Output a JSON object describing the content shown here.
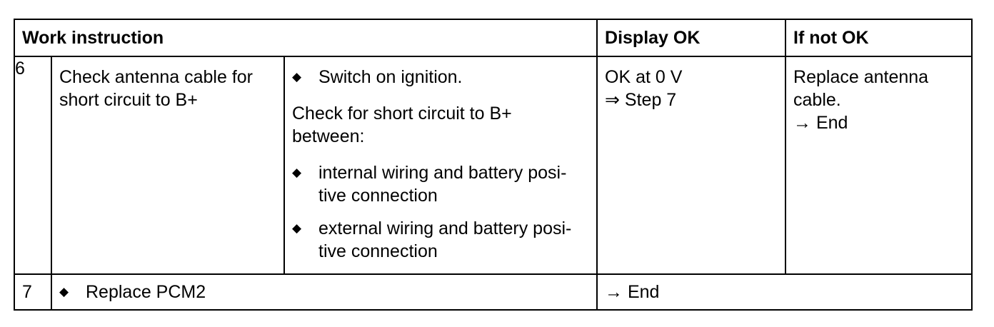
{
  "header": {
    "work_instruction": "Work instruction",
    "display_ok": "Display OK",
    "if_not_ok": "If not OK"
  },
  "rows": [
    {
      "step": "6",
      "description": [
        "Check antenna cable for",
        "short circuit to B+"
      ],
      "bullet_1": "Switch on ignition.",
      "check_text": [
        "Check for short circuit to B+",
        "between:"
      ],
      "bullet_2": [
        "internal wiring and battery posi-",
        "tive connection"
      ],
      "bullet_3": [
        "external wiring and battery posi-",
        "tive connection"
      ],
      "display_ok": [
        "OK at 0 V",
        "⇒ Step 7"
      ],
      "if_not_ok": [
        "Replace antenna",
        "cable.",
        "→ End"
      ]
    },
    {
      "step": "7",
      "bullet": "Replace PCM2",
      "display_ok": "→ End"
    }
  ],
  "icons": {
    "bullet": "diamond-bullet-icon"
  }
}
